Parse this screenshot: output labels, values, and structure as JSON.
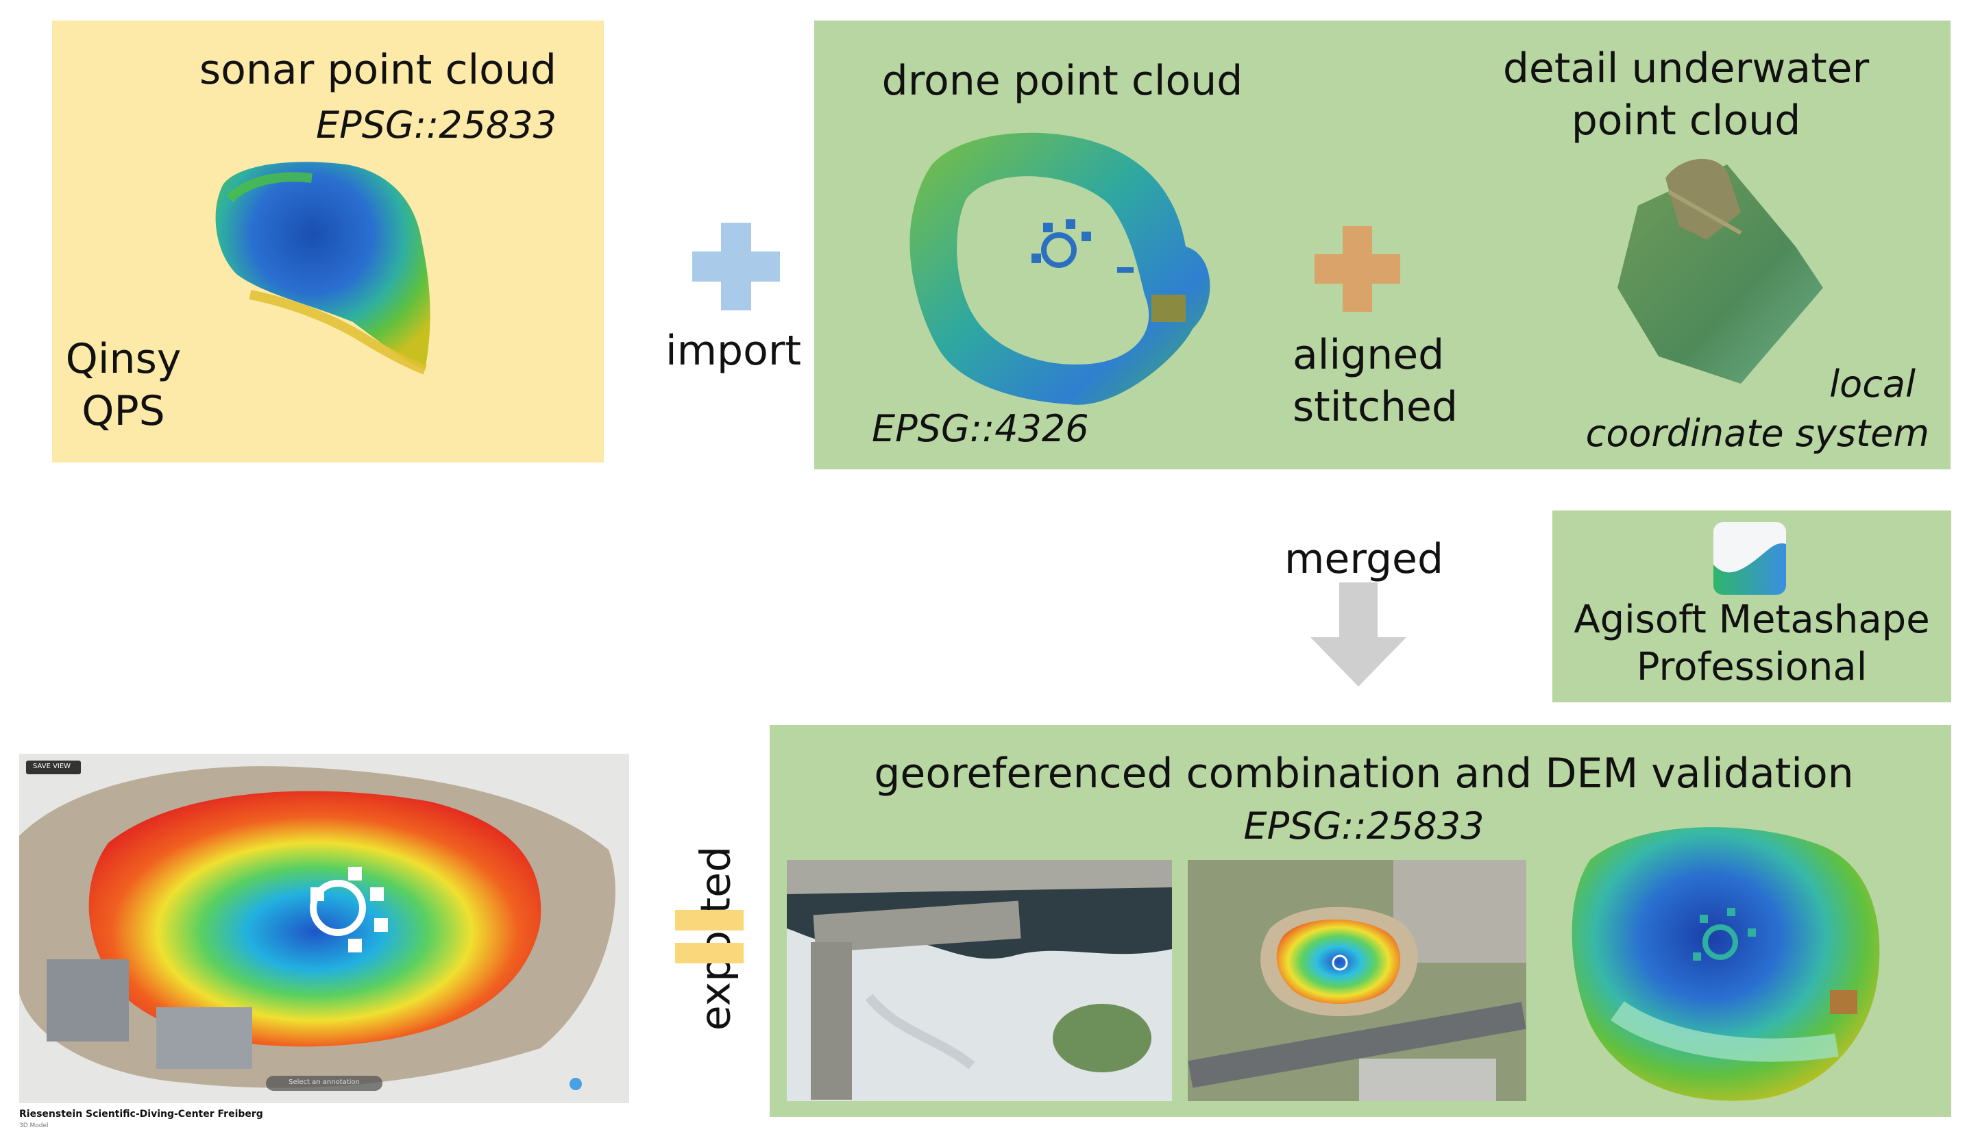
{
  "colors": {
    "yellow_box": "#fdeaa8",
    "green_box": "#b8d6a2",
    "plus_blue": "#a9cbe9",
    "plus_orange": "#d9a36a",
    "arrow_gray": "#cfcfcf",
    "equals_yellow": "#fad77a"
  },
  "sonar": {
    "title": "sonar point cloud",
    "epsg": "EPSG::25833",
    "software_line1": "Qinsy",
    "software_line2": "QPS"
  },
  "import_label": "import",
  "drone": {
    "title": "drone point cloud",
    "epsg": "EPSG::4326"
  },
  "aligned": {
    "line1": "aligned",
    "line2": "stitched"
  },
  "detail": {
    "title_line1": "detail underwater",
    "title_line2": "point cloud",
    "coord_line1": "local",
    "coord_line2": "coordinate system"
  },
  "merged_label": "merged",
  "agisoft": {
    "line1": "Agisoft Metashape",
    "line2": "Professional",
    "icon": "metashape-logo-icon"
  },
  "combination": {
    "title": "georeferenced combination and DEM validation",
    "epsg": "EPSG::25833"
  },
  "exported_label": "exported",
  "viewer": {
    "caption": "Riesenstein Scientific-Diving-Center Freiberg",
    "sub_caption": "3D Model",
    "save_view": "SAVE VIEW",
    "select_placeholder": "Select an annotation"
  }
}
